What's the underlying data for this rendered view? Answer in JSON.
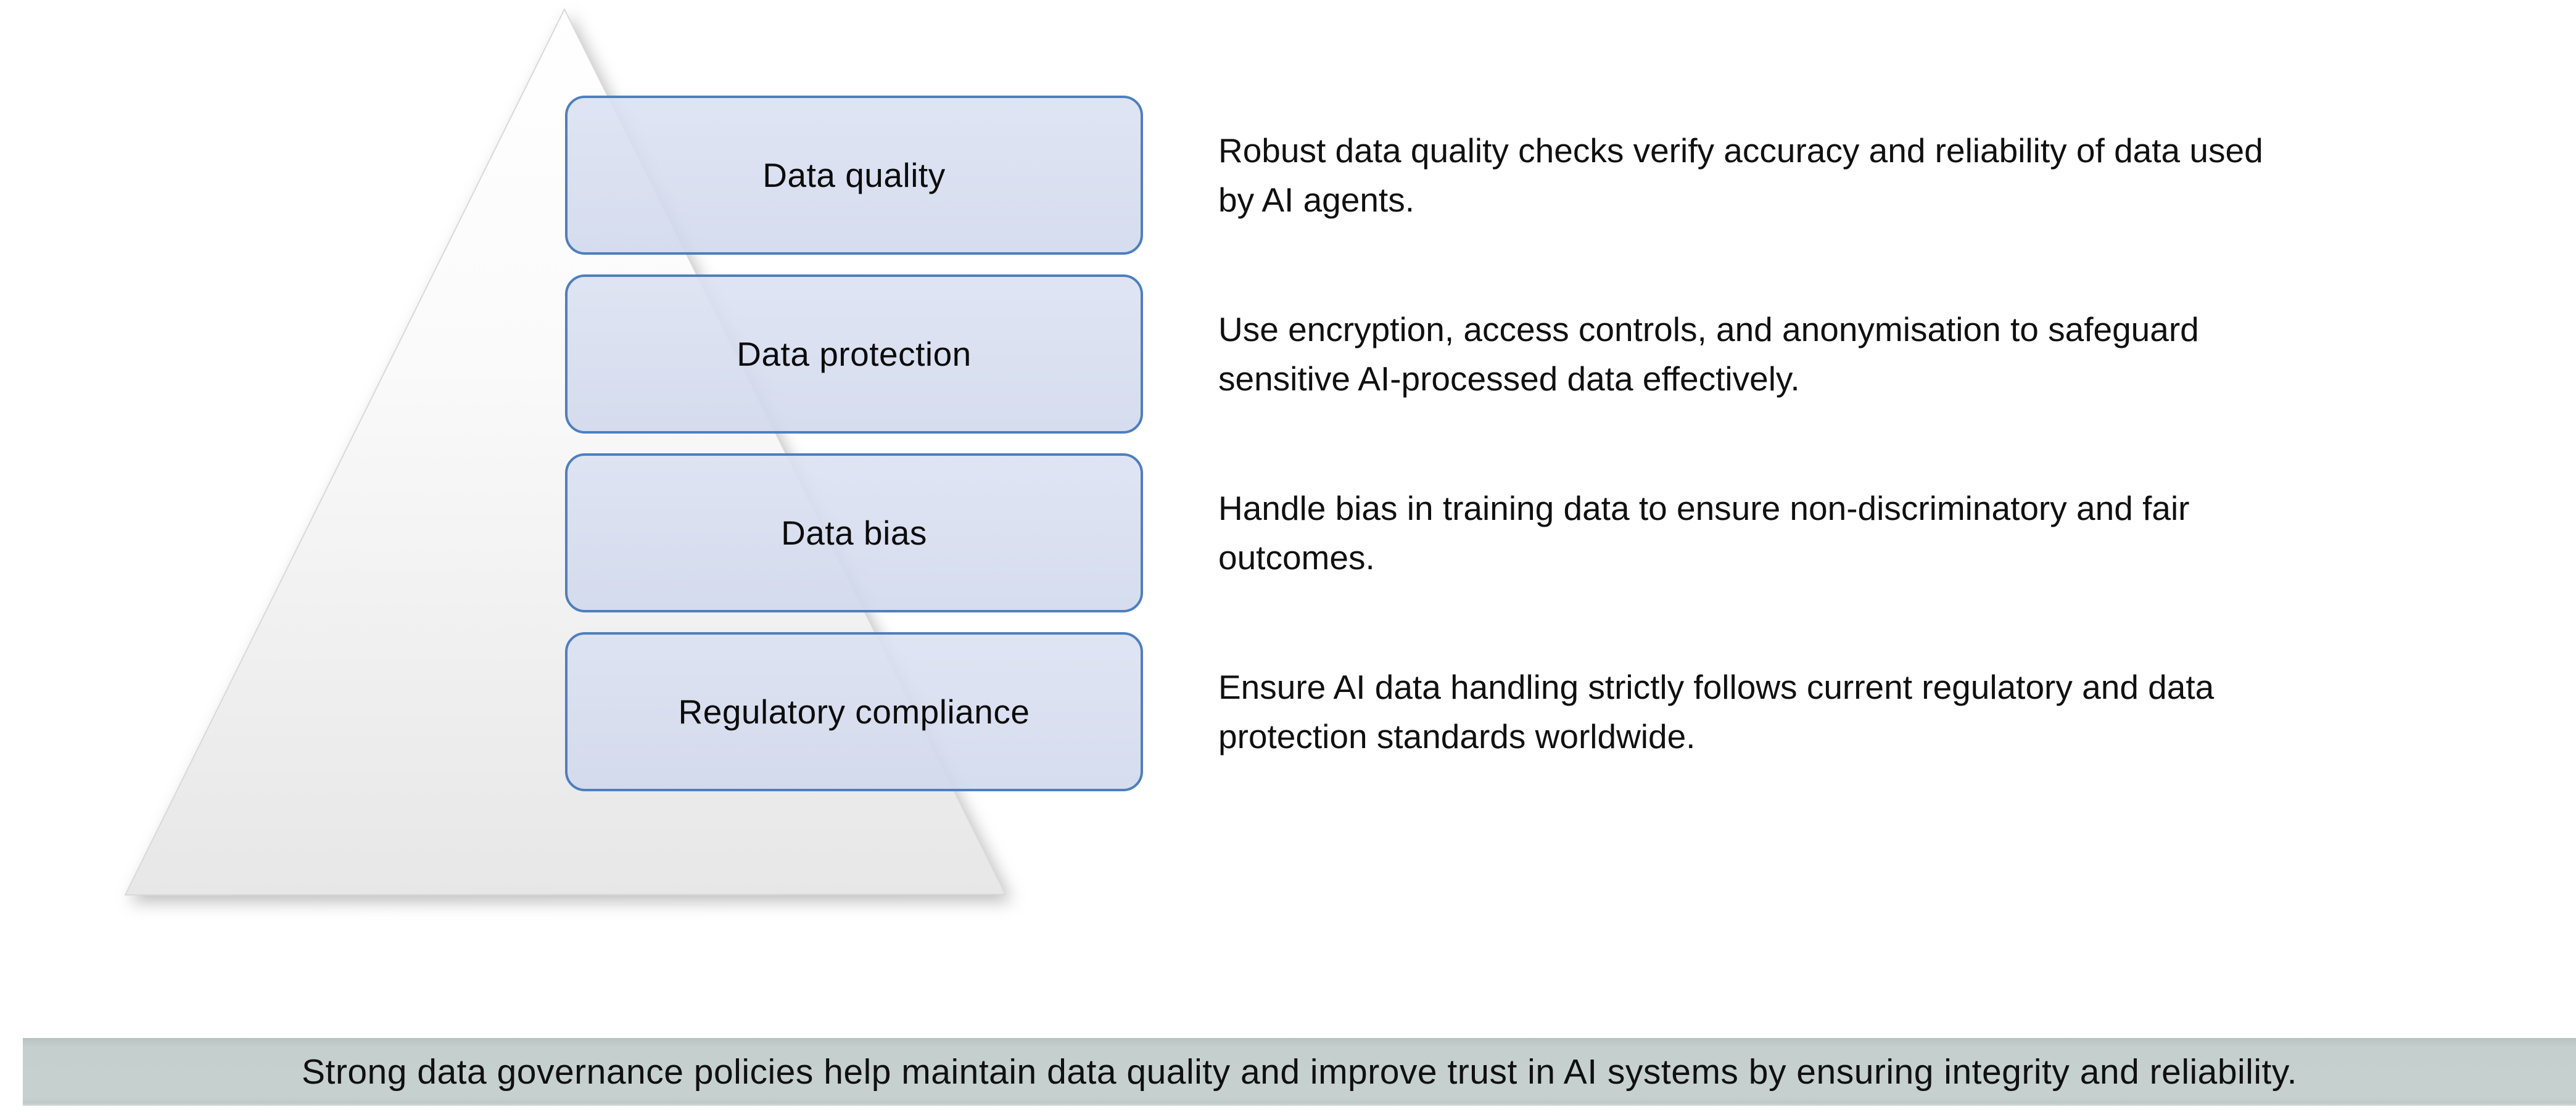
{
  "pyramid": {
    "levels": [
      {
        "label": "Data quality",
        "description": "Robust data quality checks verify accuracy and reliability of data used\nby AI agents."
      },
      {
        "label": "Data protection",
        "description": "Use encryption, access controls, and anonymisation to safeguard\nsensitive AI-processed data effectively."
      },
      {
        "label": "Data bias",
        "description": "Handle bias in training data to ensure non-discriminatory and fair\noutcomes."
      },
      {
        "label": "Regulatory compliance",
        "description": "Ensure AI data handling strictly follows current regulatory and data\nprotection standards worldwide."
      }
    ]
  },
  "footer": {
    "text": "Strong data governance policies help maintain data quality and improve trust in AI systems by ensuring integrity and reliability."
  },
  "colors": {
    "box_fill": "#d4dbee",
    "box_border": "#4d7fbe",
    "banner_background": "#c5cfce",
    "triangle_top": "#ffffff",
    "triangle_bottom": "#e7e7e7",
    "text": "#101010"
  }
}
